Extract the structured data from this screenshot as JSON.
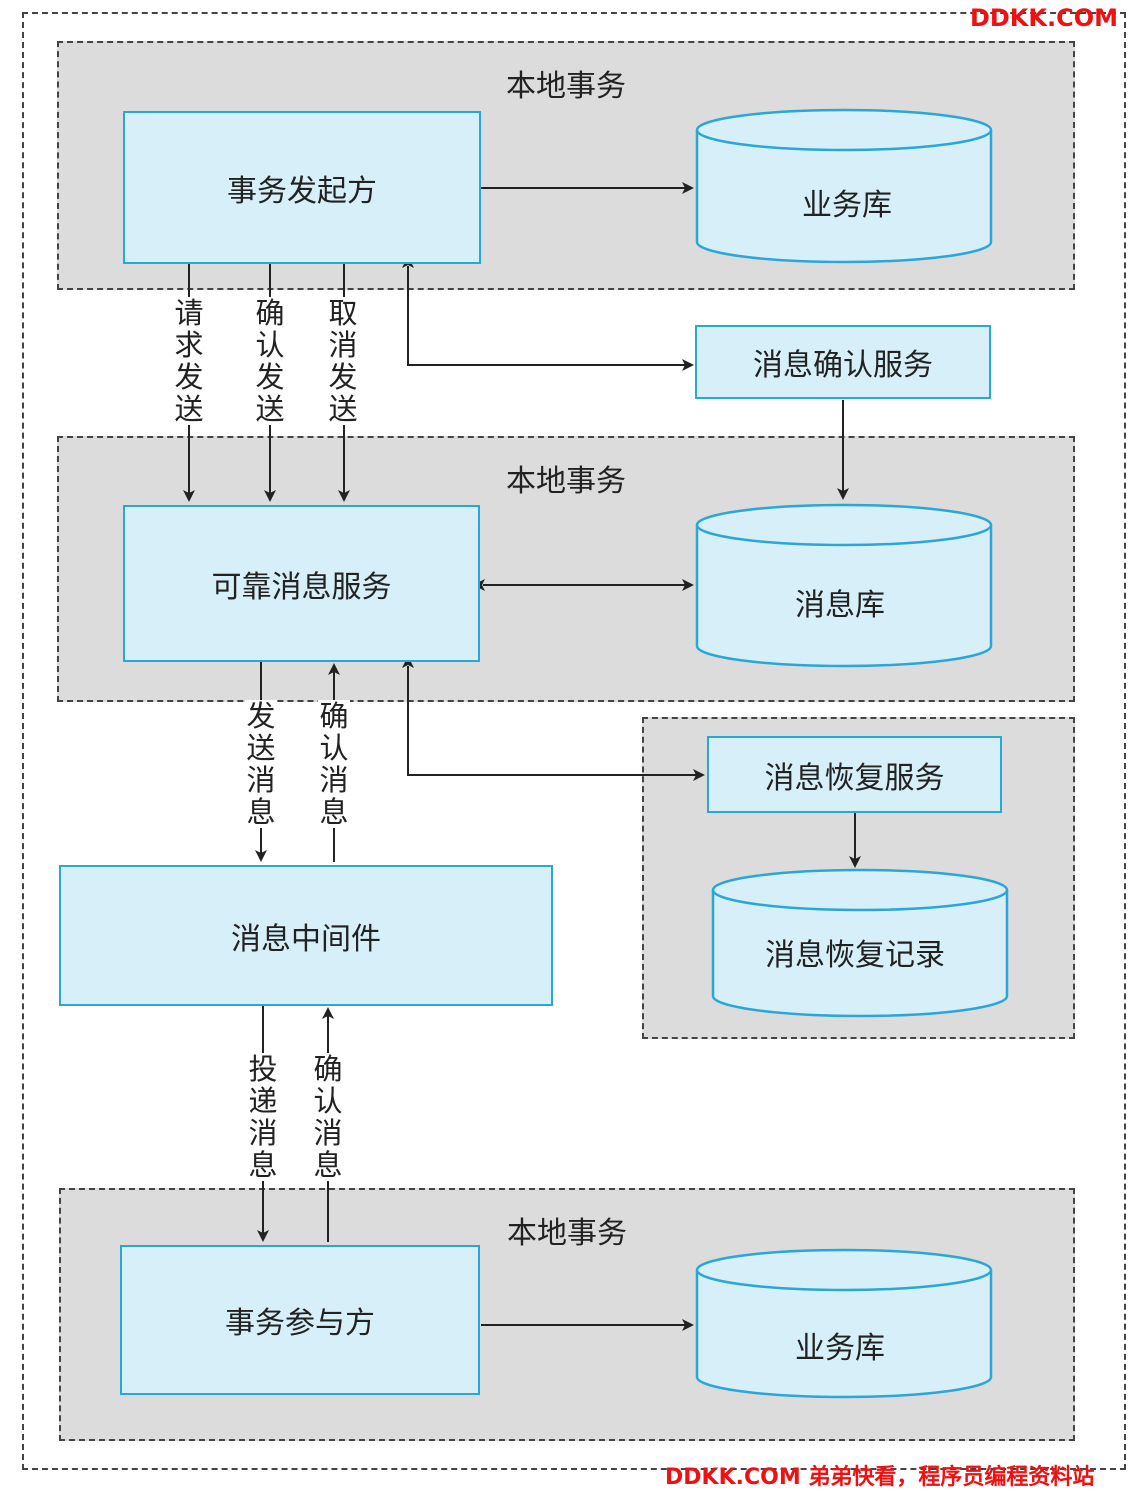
{
  "watermark_top": "DDKK.COM",
  "watermark_bottom": "DDKK.COM 弟弟快看，程序员编程资料站",
  "groups": {
    "top": {
      "title": "本地事务"
    },
    "middle": {
      "title": "本地事务"
    },
    "bottom": {
      "title": "本地事务"
    }
  },
  "nodes": {
    "initiator": "事务发起方",
    "business_db_top": "业务库",
    "msg_confirm_service": "消息确认服务",
    "reliable_msg_service": "可靠消息服务",
    "msg_db": "消息库",
    "msg_recovery_service": "消息恢复服务",
    "msg_recovery_record": "消息恢复记录",
    "middleware": "消息中间件",
    "participant": "事务参与方",
    "business_db_bottom": "业务库"
  },
  "edge_labels": {
    "request_send": "请求发送",
    "confirm_send": "确认发送",
    "cancel_send": "取消发送",
    "send_msg": "发送消息",
    "confirm_msg_upper": "确认消息",
    "deliver_msg": "投递消息",
    "confirm_msg_lower": "确认消息"
  },
  "colors": {
    "box_fill": "#d6eff8",
    "box_border": "#2aa7d8",
    "group_fill": "#dcdcdc",
    "watermark": "#ee1111"
  }
}
